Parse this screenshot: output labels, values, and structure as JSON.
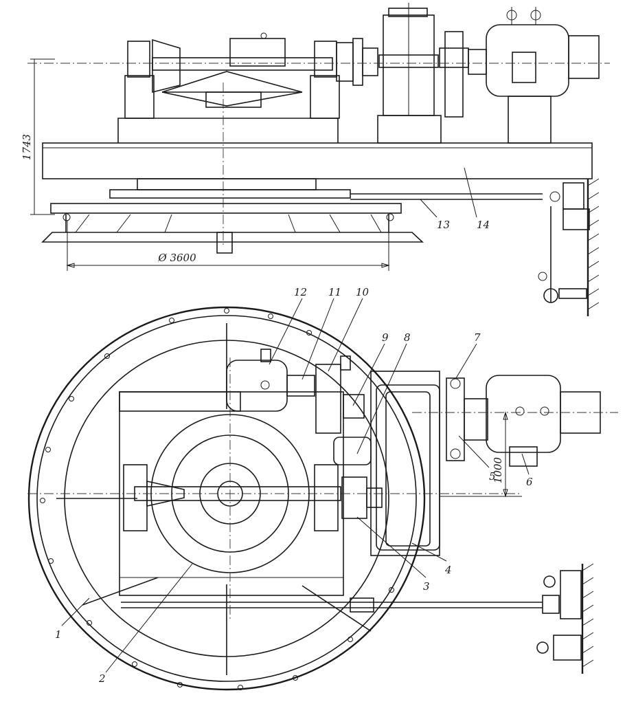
{
  "figure": {
    "elevation_view": {
      "dimensions": {
        "height": "1743",
        "diameter": "Ø 3600"
      },
      "callouts": [
        "13",
        "14"
      ]
    },
    "plan_view": {
      "dimensions": {
        "offset": "1000"
      },
      "callouts": [
        "1",
        "2",
        "3",
        "4",
        "5",
        "6",
        "7",
        "8",
        "9",
        "10",
        "11",
        "12"
      ]
    }
  }
}
